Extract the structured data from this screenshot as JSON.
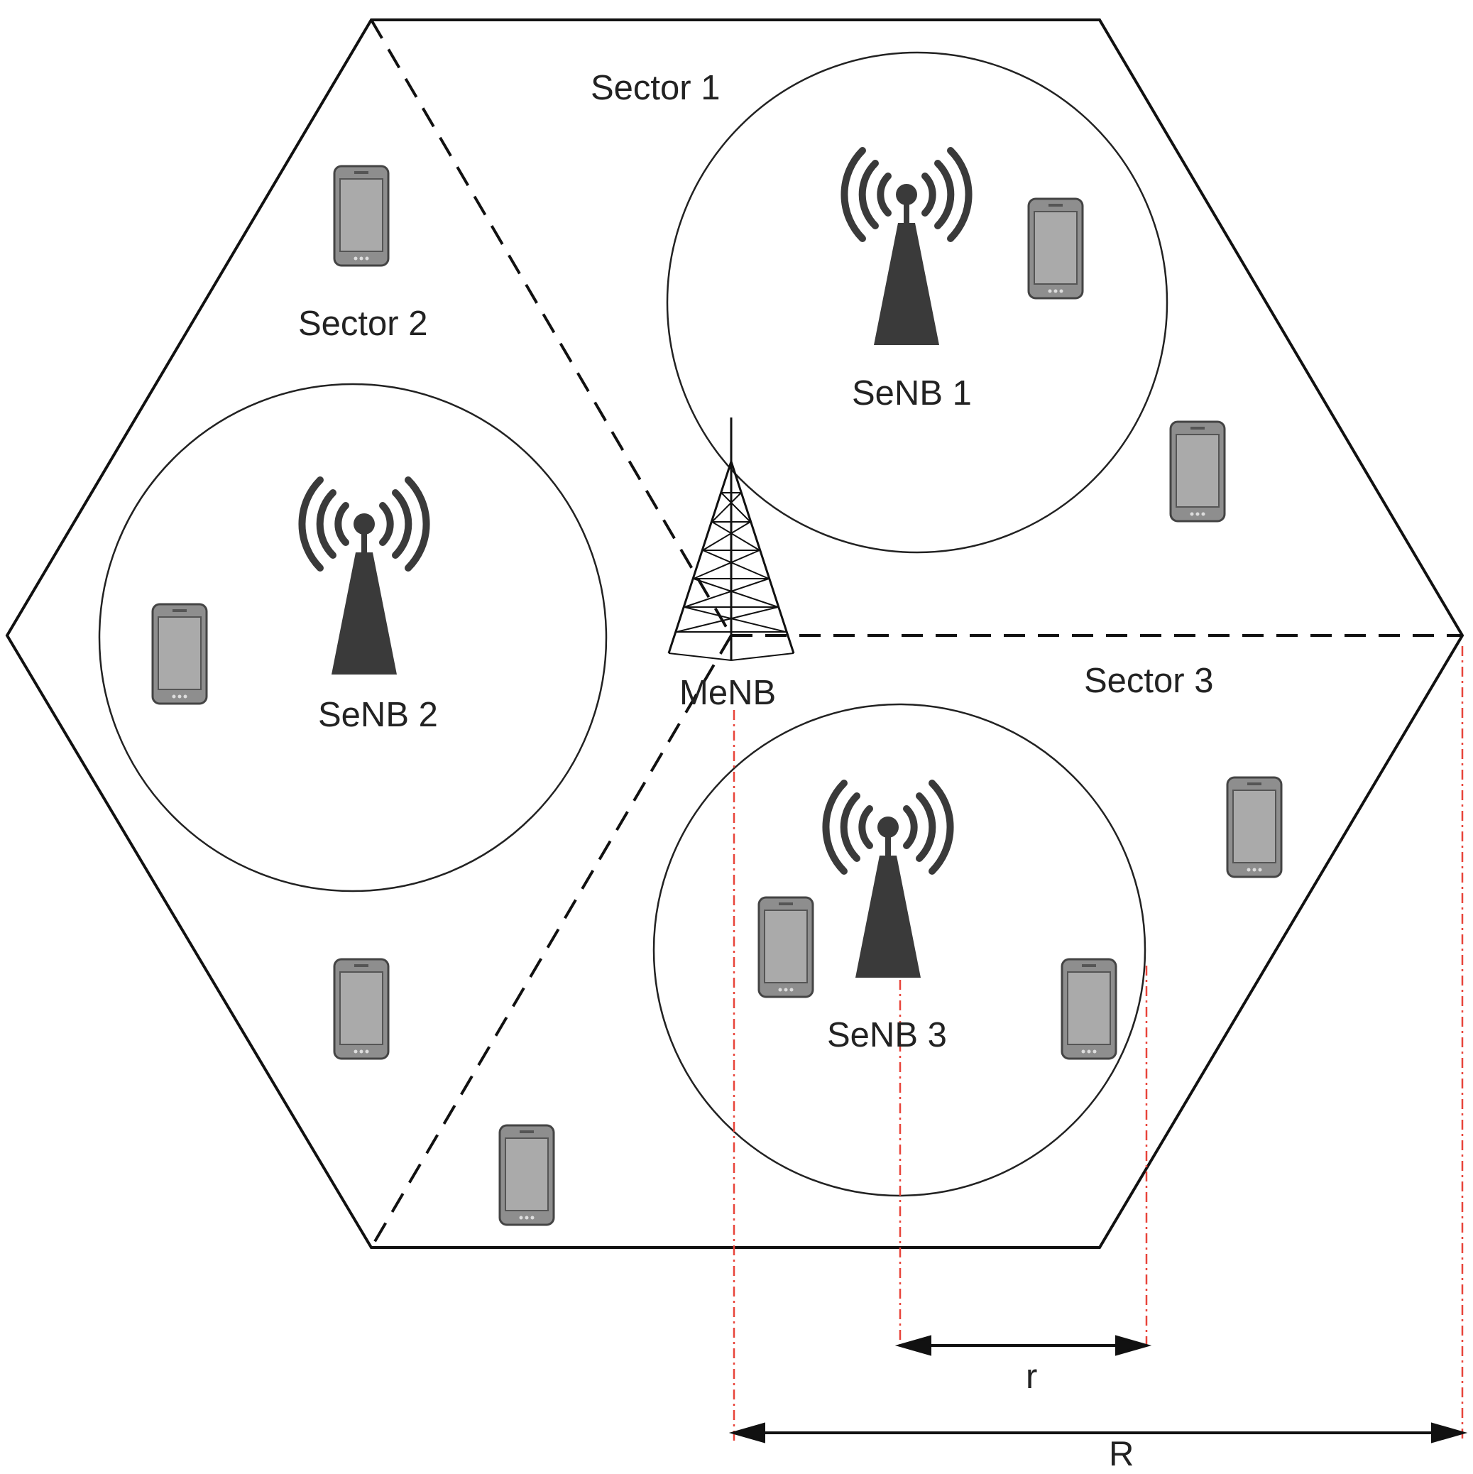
{
  "labels": {
    "sector1": "Sector 1",
    "sector2": "Sector 2",
    "sector3": "Sector 3",
    "senb1": "SeNB 1",
    "senb2": "SeNB 2",
    "senb3": "SeNB 3",
    "menb": "MeNB",
    "small_r": "r",
    "big_r": "R"
  },
  "colors": {
    "line": "#111111",
    "dimension_guide": "#e8443a",
    "antenna": "#3a3a3a",
    "phone_body": "#9a9a9a",
    "phone_screen": "#a8a8a8"
  },
  "icons": {
    "small_cell": "antenna-tower-icon",
    "macro_cell": "lattice-tower-icon",
    "user": "smartphone-icon"
  }
}
